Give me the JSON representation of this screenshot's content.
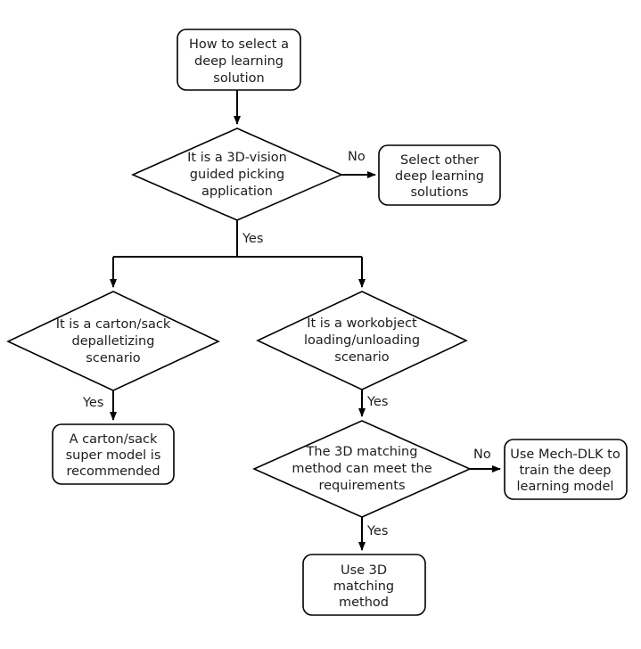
{
  "diagram": {
    "title": "How to select a deep learning solution",
    "type": "flowchart",
    "background_color": "#ffffff",
    "line_color": "#000000",
    "text_color": "#1d1d1d",
    "nodes": {
      "start": {
        "shape": "rounded-rect",
        "lines": [
          "How to select a",
          "deep learning",
          "solution"
        ]
      },
      "decision_3d_vision": {
        "shape": "diamond",
        "lines": [
          "It is a 3D-vision",
          "guided picking",
          "application"
        ]
      },
      "select_other": {
        "shape": "rounded-rect",
        "lines": [
          "Select other",
          "deep learning",
          "solutions"
        ]
      },
      "decision_carton": {
        "shape": "diamond",
        "lines": [
          "It is a carton/sack",
          "depalletizing",
          "scenario"
        ]
      },
      "decision_workobject": {
        "shape": "diamond",
        "lines": [
          "It is a workobject",
          "loading/unloading",
          "scenario"
        ]
      },
      "carton_super_model": {
        "shape": "rounded-rect",
        "lines": [
          "A carton/sack",
          "super model is",
          "recommended"
        ]
      },
      "decision_matching": {
        "shape": "diamond",
        "lines": [
          "The 3D matching",
          "method can meet the",
          "requirements"
        ]
      },
      "use_mech_dlk": {
        "shape": "rounded-rect",
        "lines": [
          "Use Mech-DLK to",
          "train the deep",
          "learning model"
        ]
      },
      "use_3d_matching": {
        "shape": "rounded-rect",
        "lines": [
          "Use 3D",
          "matching",
          "method"
        ]
      }
    },
    "edge_labels": {
      "vision_no": "No",
      "vision_yes": "Yes",
      "carton_yes": "Yes",
      "workobject_yes": "Yes",
      "matching_no": "No",
      "matching_yes": "Yes"
    }
  }
}
